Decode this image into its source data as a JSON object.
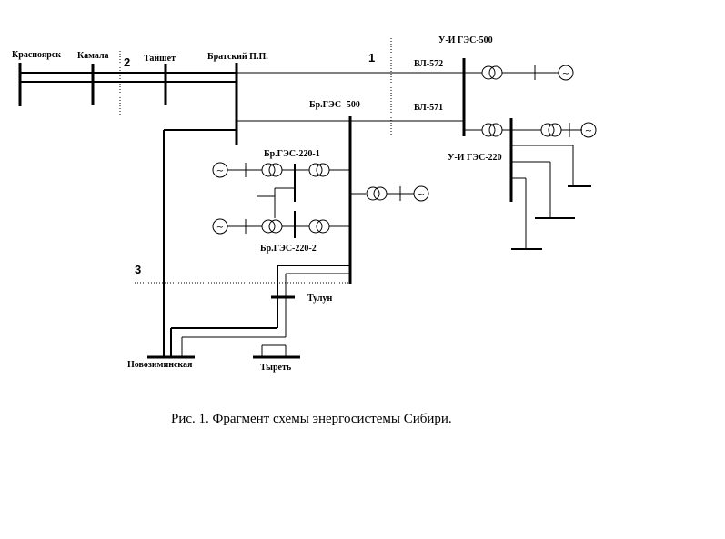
{
  "diagram": {
    "labels": {
      "krasnoyarsk": "Красноярск",
      "kamala": "Камала",
      "taishet": "Тайшет",
      "bratsky_pp": "Братский П.П.",
      "ui_ges_500": "У-И ГЭС-500",
      "vl_572": "ВЛ-572",
      "vl_571": "ВЛ-571",
      "br_ges_500": "Бр.ГЭС-  500",
      "ui_ges_220": "У-И ГЭС-220",
      "br_ges_220_1": "Бр.ГЭС-220-1",
      "br_ges_220_2": "Бр.ГЭС-220-2",
      "tulun": "Тулун",
      "novozimnskaya": "Новозиминская",
      "tyret": "Тыреть"
    },
    "section_numbers": {
      "one": "1",
      "two": "2",
      "three": "3"
    },
    "generator_symbol": "~",
    "caption": "Рис. 1. Фрагмент схемы энергосистемы Сибири."
  }
}
